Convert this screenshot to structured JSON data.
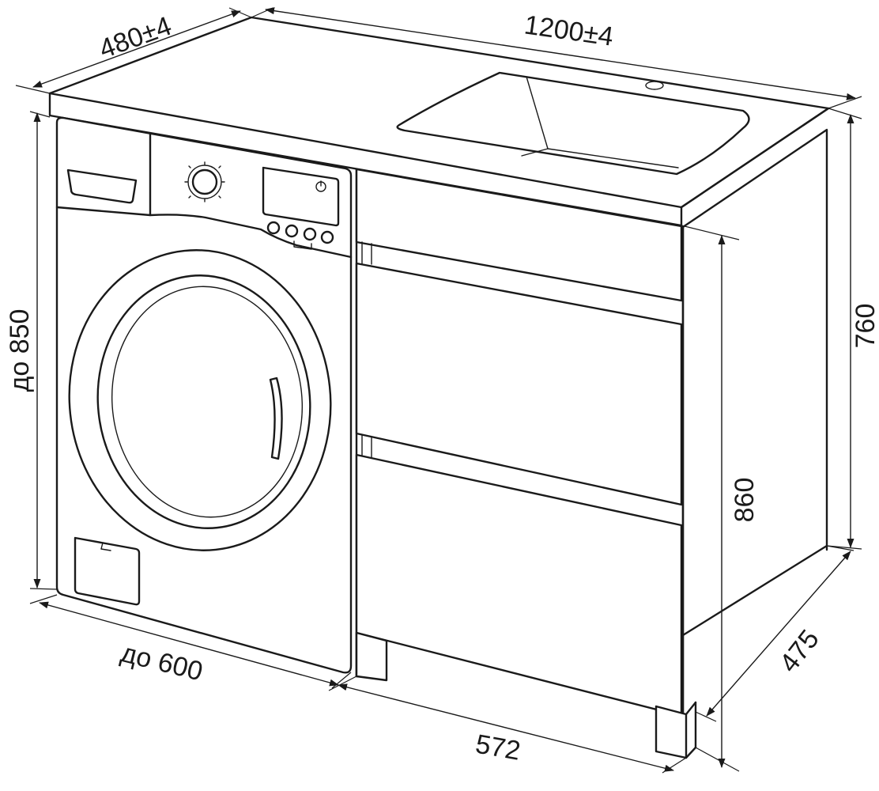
{
  "dimensions": {
    "depth_top": "480±4",
    "width_top": "1200±4",
    "washer_height": "до 850",
    "cabinet_height": "760",
    "leg_height": "860",
    "cabinet_depth": "475",
    "cabinet_width": "572",
    "washer_width": "до 600"
  }
}
